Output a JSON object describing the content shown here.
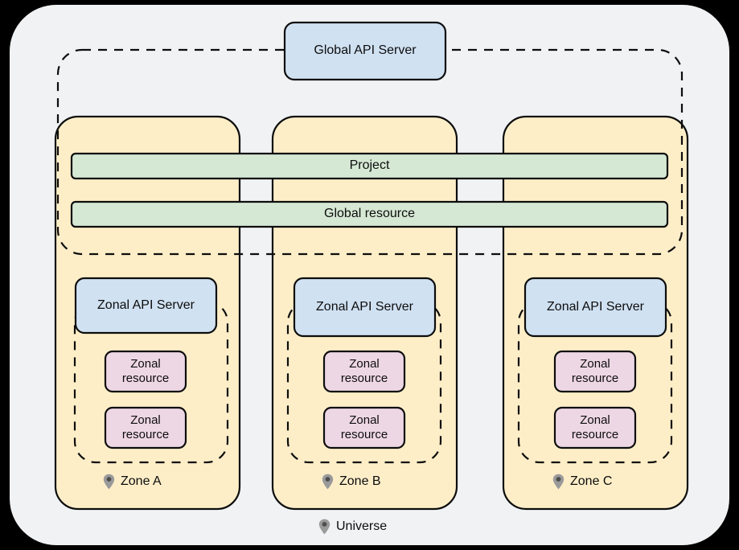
{
  "diagram": {
    "title_nodes": {
      "global_api_server": "Global API Server",
      "project": "Project",
      "global_resource": "Global resource"
    },
    "universe": {
      "label": "Universe",
      "icon": "map-pin-icon",
      "boundary_style": "dashed"
    },
    "global_scope": {
      "boundary_style": "dashed",
      "contains": [
        "Global API Server",
        "Project",
        "Global resource"
      ]
    },
    "zones": [
      {
        "id": "zone-a",
        "label": "Zone A",
        "icon": "map-pin-icon",
        "api_server": "Zonal API Server",
        "resources": [
          "Zonal\nresource",
          "Zonal\nresource"
        ]
      },
      {
        "id": "zone-b",
        "label": "Zone B",
        "icon": "map-pin-icon",
        "api_server": "Zonal API Server",
        "resources": [
          "Zonal\nresource",
          "Zonal\nresource"
        ]
      },
      {
        "id": "zone-c",
        "label": "Zone C",
        "icon": "map-pin-icon",
        "api_server": "Zonal API Server",
        "resources": [
          "Zonal\nresource",
          "Zonal\nresource"
        ]
      }
    ],
    "colors": {
      "background": "#000000",
      "canvas": "#f1f2f3",
      "zone_fill": "#fdeec8",
      "api_server_fill": "#d0e1f2",
      "resource_fill": "#eed7e5",
      "global_bar_fill": "#d5e8d4",
      "stroke": "#0d0d0d",
      "pin": "#9a9a9a",
      "pin_dot": "#4d4d4d"
    }
  }
}
